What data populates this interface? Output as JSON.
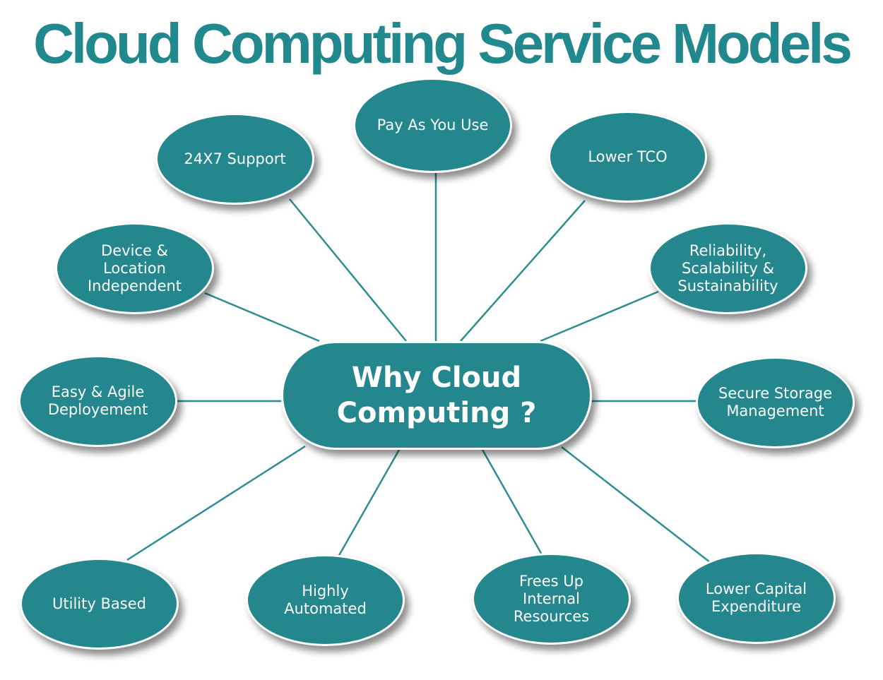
{
  "title": "Cloud Computing Service Models",
  "colors": {
    "title": "#21898e",
    "node_fill": "#24878d",
    "node_text": "#ffffff",
    "connector": "#2e8d90"
  },
  "hub": {
    "label": "Why Cloud\nComputing ?"
  },
  "nodes": [
    {
      "label": "Pay As You Use"
    },
    {
      "label": "24X7 Support"
    },
    {
      "label": "Lower TCO"
    },
    {
      "label": "Device &\nLocation\nIndependent"
    },
    {
      "label": "Reliability,\nScalability &\nSustainability"
    },
    {
      "label": "Easy & Agile\nDeployement"
    },
    {
      "label": "Secure Storage\nManagement"
    },
    {
      "label": "Utility Based"
    },
    {
      "label": "Highly\nAutomated"
    },
    {
      "label": "Frees Up\nInternal\nResources"
    },
    {
      "label": "Lower Capital\nExpenditure"
    }
  ]
}
